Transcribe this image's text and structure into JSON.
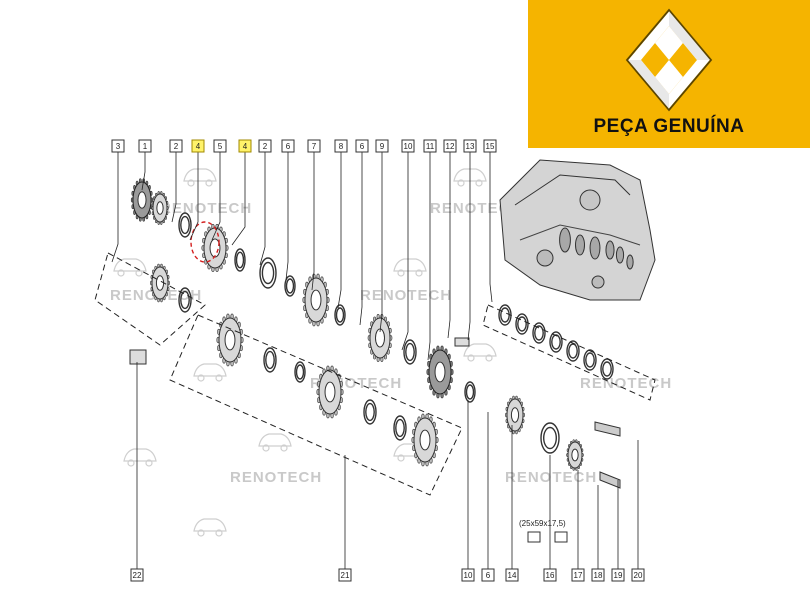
{
  "brand": {
    "caption": "PEÇA GENUÍNA",
    "background_color": "#f5b400",
    "logo_icon": "renault-diamond-logo",
    "logo_letters": ""
  },
  "watermark": {
    "text": "RENOTECH",
    "icon": "car-outline-icon",
    "color": "#c9c9c9"
  },
  "callouts_top": [
    "3",
    "1",
    "2",
    "4",
    "5",
    "4",
    "2",
    "6",
    "7",
    "8",
    "6",
    "9",
    "10",
    "11",
    "12",
    "13",
    "15"
  ],
  "callouts_bottom": [
    "22",
    "21",
    "10",
    "6",
    "14",
    "16",
    "17",
    "18",
    "19",
    "20"
  ],
  "highlight_color": "#fff36a",
  "bearing_spec": "(25x59x17,5)"
}
